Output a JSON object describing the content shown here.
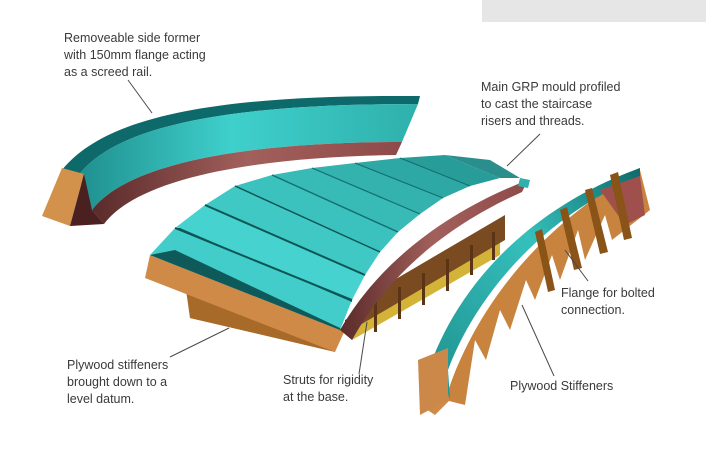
{
  "header_bar": {
    "visible": true
  },
  "colors": {
    "teal": "#3cc8c4",
    "teal_dark": "#0e6a6a",
    "teal_mid": "#2aa6a4",
    "maroon": "#8e4a48",
    "plywood": "#cf8a48",
    "plywood_dark": "#8a5418",
    "strut": "#d4b438",
    "leader": "#4a4a4a"
  },
  "diagram": {
    "title": "GRP staircase mould exploded view",
    "components": [
      {
        "id": "side-former",
        "label": "Removeable side former\nwith 150mm flange acting\nas a screed rail."
      },
      {
        "id": "main-mould",
        "label": "Main GRP mould profiled\nto cast the staircase\nrisers and threads."
      },
      {
        "id": "flange",
        "label": "Flange for bolted\nconnection."
      },
      {
        "id": "plywood-stiffeners-right",
        "label": "Plywood Stiffeners"
      },
      {
        "id": "struts",
        "label": "Struts for rigidity\nat the base."
      },
      {
        "id": "plywood-stiffeners-left",
        "label": "Plywood stiffeners\nbrought down to a\nlevel datum."
      }
    ]
  }
}
